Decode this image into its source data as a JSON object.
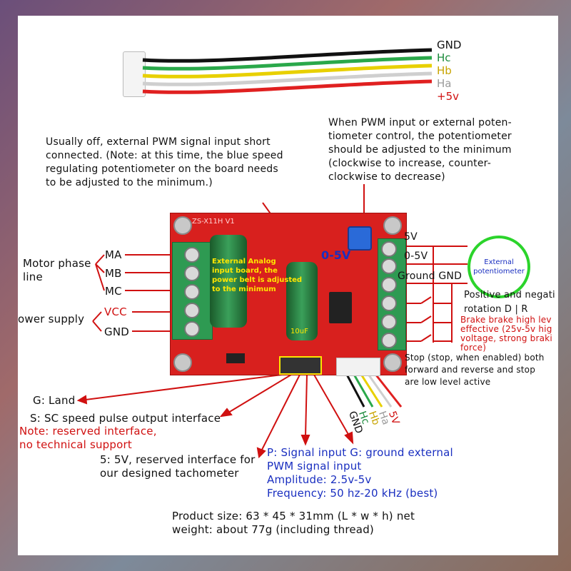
{
  "cable": {
    "labels": [
      {
        "text": "GND",
        "color": "#111111"
      },
      {
        "text": "Hc",
        "color": "#1a8a3a"
      },
      {
        "text": "Hb",
        "color": "#c8a400"
      },
      {
        "text": "Ha",
        "color": "#9a9a9a"
      },
      {
        "text": "+5v",
        "color": "#d01010"
      }
    ],
    "wire_colors": [
      "#111111",
      "#2aa84a",
      "#e8d000",
      "#d8d8d8",
      "#e02020"
    ]
  },
  "notes": {
    "top_left": [
      "Usually off, external PWM signal input short",
      "connected. (Note: at this time, the blue speed",
      "regulating potentiometer on the board needs",
      "to be adjusted to the minimum.)"
    ],
    "top_right": [
      "When PWM input or external poten-",
      "tiometer control, the potentiometer",
      "should be adjusted to the minimum",
      "(clockwise to increase, counter-",
      "clockwise to decrease)"
    ]
  },
  "left_labels": {
    "motor_phase": [
      "Motor phase",
      "line"
    ],
    "ma": "MA",
    "mb": "MB",
    "mc": "MC",
    "power_supply": "ower supply",
    "vcc": "VCC",
    "gnd": "GND"
  },
  "right_labels": {
    "v5": "5V",
    "v05": "0-5V",
    "ground": "Ground GND",
    "external_pot": [
      "External",
      "potentiometer"
    ],
    "direction": [
      "Positive and negati",
      "rotation D | R"
    ],
    "brake": [
      "Brake brake high lev",
      "effective (25v-5v hig",
      "voltage, strong braki",
      "force)"
    ],
    "stop": [
      "Stop (stop, when enabled) both",
      "forward and reverse and stop",
      "are low level active"
    ]
  },
  "board": {
    "model": "ZS-X11H V1",
    "overlay": [
      "External Analog",
      "input board, the",
      "power belt is adjusted",
      "to the minimum"
    ],
    "overlay_05v": "0-5V",
    "cap_text": "10uF"
  },
  "bottom_left": {
    "g_land": "G: Land",
    "s_sc": "S: SC speed pulse output interface",
    "note": [
      "Note: reserved interface,",
      "no technical support"
    ],
    "five_v": [
      "5: 5V, reserved interface for",
      "our designed tachometer"
    ]
  },
  "hall_labels": [
    {
      "text": "GND",
      "color": "#111111"
    },
    {
      "text": "Hc",
      "color": "#1a8a3a"
    },
    {
      "text": "Hb",
      "color": "#c8a400"
    },
    {
      "text": "Ha",
      "color": "#9a9a9a"
    },
    {
      "text": "5V",
      "color": "#d01010"
    }
  ],
  "pwm": {
    "l1": "P: Signal input G: ground external",
    "l2": "PWM signal input",
    "l3": "Amplitude: 2.5v-5v",
    "l4": "Frequency: 50 hz-20 kHz (best)"
  },
  "product": {
    "l1": "Product size: 63 * 45 * 31mm (L * w * h) net",
    "l2": "weight: about 77g (including thread)"
  }
}
